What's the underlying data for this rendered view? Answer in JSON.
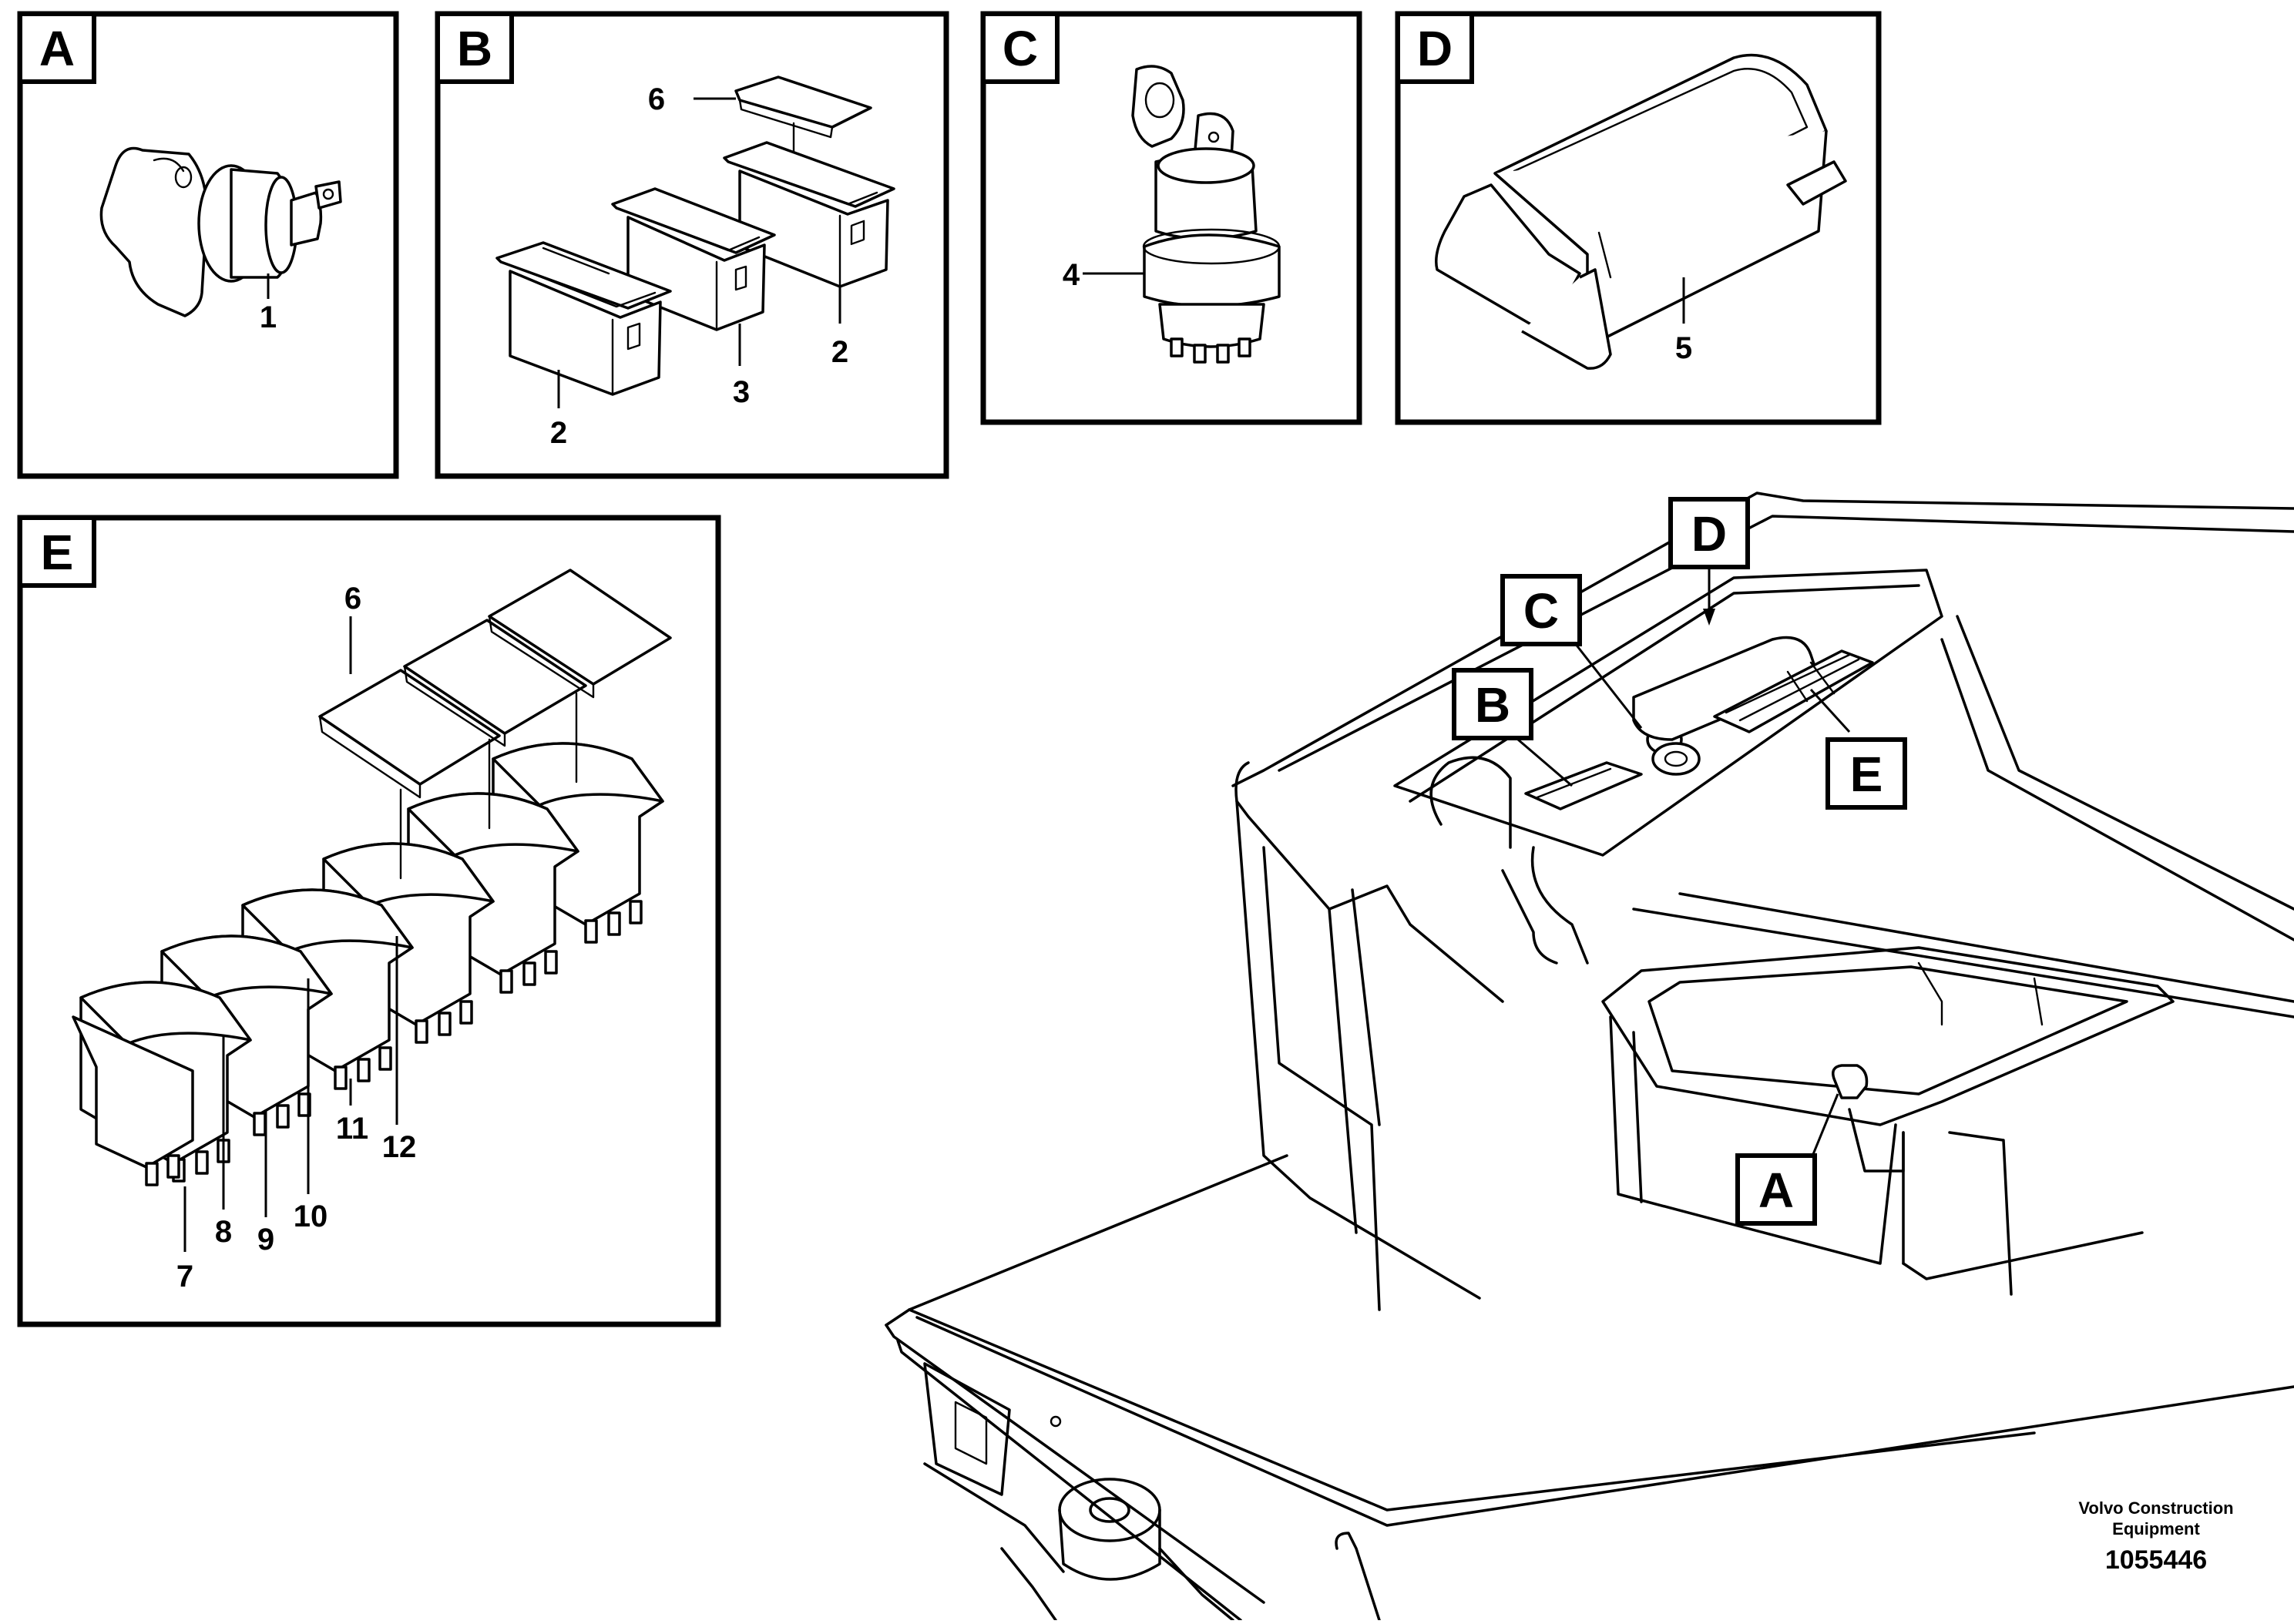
{
  "panels": {
    "a": {
      "tag": "A",
      "callouts": [
        "1"
      ]
    },
    "b": {
      "tag": "B",
      "callouts": [
        "6",
        "2",
        "3",
        "2"
      ]
    },
    "c": {
      "tag": "C",
      "callouts": [
        "4"
      ]
    },
    "d": {
      "tag": "D",
      "callouts": [
        "5"
      ]
    },
    "e": {
      "tag": "E",
      "callouts": [
        "6",
        "6",
        "7",
        "8",
        "9",
        "10",
        "11",
        "12"
      ]
    }
  },
  "overview": {
    "tags": [
      "D",
      "C",
      "B",
      "E",
      "A"
    ]
  },
  "footer": {
    "credit_line1": "Volvo Construction",
    "credit_line2": "Equipment",
    "document_number": "1055446"
  }
}
